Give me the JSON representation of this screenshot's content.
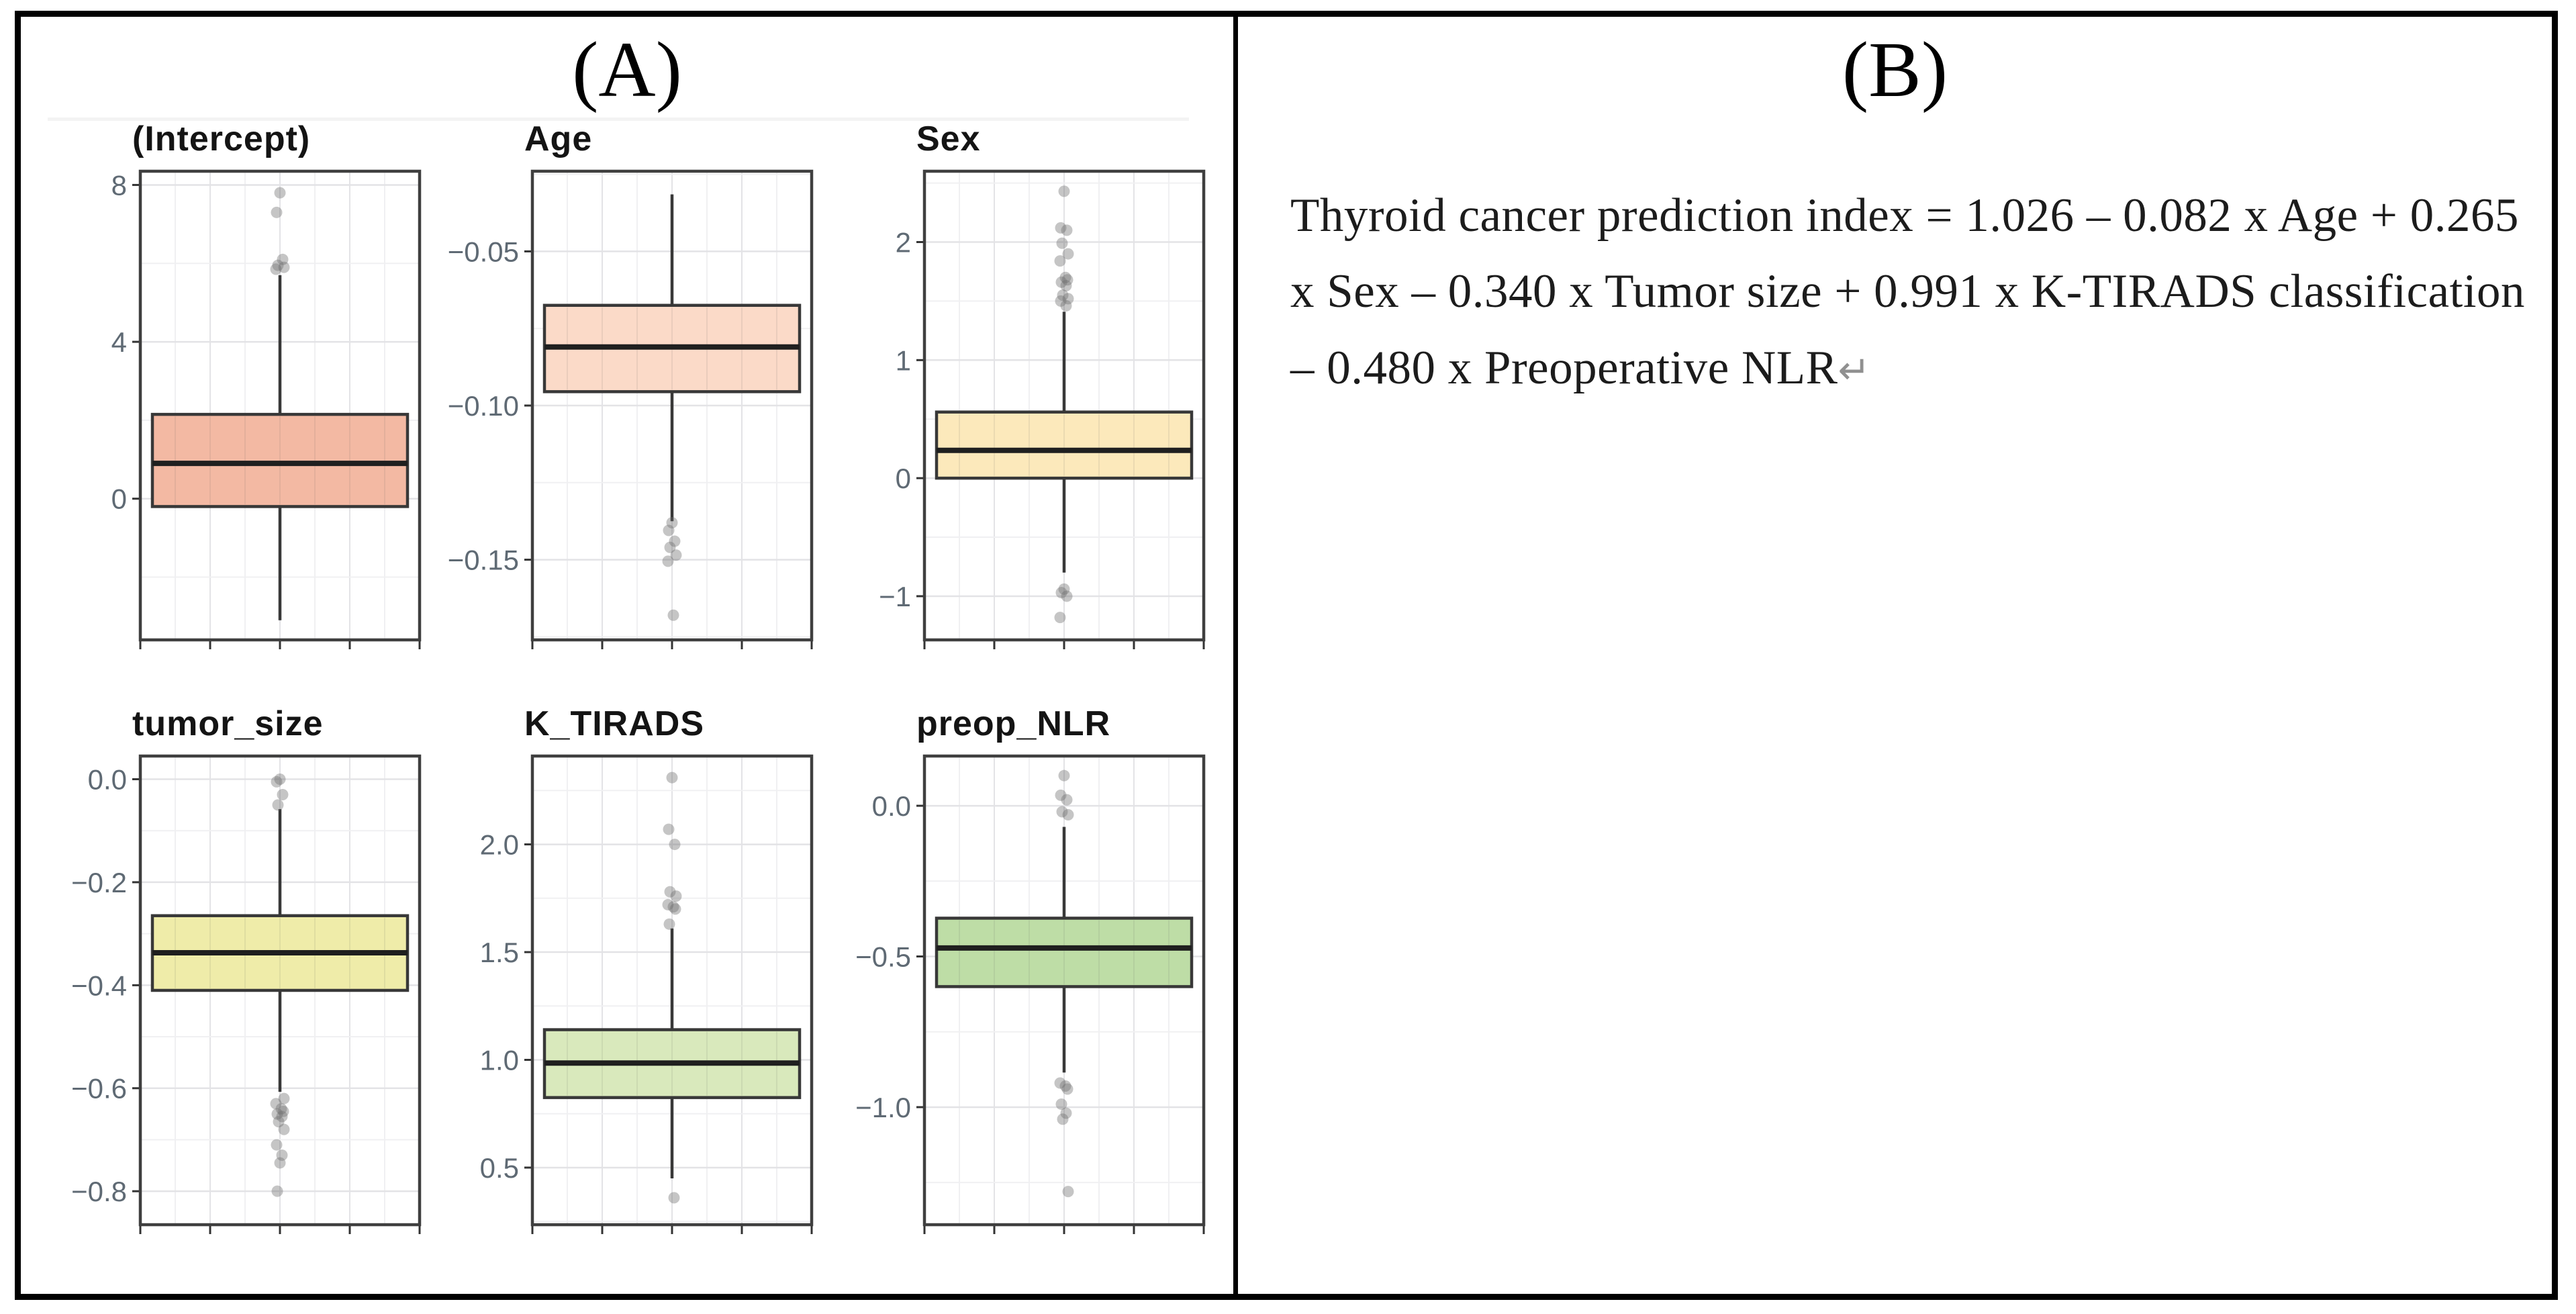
{
  "panel_a": {
    "label": "(A)"
  },
  "panel_b": {
    "label": "(B)",
    "formula_text": "Thyroid cancer prediction index = 1.026 – 0.082 x Age + 0.265 x Sex – 0.340 x Tumor size + 0.991 x K-TIRADS classification – 0.480 x Preoperative NLR",
    "return_mark": "↵"
  },
  "style_colors": {
    "frame": "#000000",
    "panel_border": "#3f3f3f",
    "grid_major": "#e3e3e6",
    "grid_minor": "#f0f0f2",
    "tick_label": "#5f6a74",
    "box_stroke": "#383838",
    "median": "#1f1f1f",
    "outlier": "#6e6e6e"
  },
  "chart_data": [
    {
      "type": "boxplot",
      "title": "(Intercept)",
      "fill": "#f3b9a3",
      "ylim": [
        -3.6,
        8.35
      ],
      "ticks": [
        {
          "value": 0,
          "label": "0"
        },
        {
          "value": 4,
          "label": "4"
        },
        {
          "value": 8,
          "label": "8"
        }
      ],
      "box": {
        "q1": -0.2,
        "median": 0.9,
        "q3": 2.15,
        "whisker_low": -3.1,
        "whisker_high": 5.7
      },
      "outliers": [
        7.8,
        7.3,
        6.1,
        5.95,
        5.9,
        5.85
      ]
    },
    {
      "type": "boxplot",
      "title": "Age",
      "fill": "#fbdac8",
      "ylim": [
        -0.176,
        -0.024
      ],
      "ticks": [
        {
          "value": -0.15,
          "label": "−0.15"
        },
        {
          "value": -0.1,
          "label": "−0.10"
        },
        {
          "value": -0.05,
          "label": "−0.05"
        }
      ],
      "box": {
        "q1": -0.0955,
        "median": -0.081,
        "q3": -0.0675,
        "whisker_low": -0.1375,
        "whisker_high": -0.0315
      },
      "outliers": [
        -0.138,
        -0.1405,
        -0.144,
        -0.146,
        -0.1485,
        -0.1505,
        -0.168
      ]
    },
    {
      "type": "boxplot",
      "title": "Sex",
      "fill": "#fce9bb",
      "ylim": [
        -1.37,
        2.6
      ],
      "ticks": [
        {
          "value": -1,
          "label": "−1"
        },
        {
          "value": 0,
          "label": "0"
        },
        {
          "value": 1,
          "label": "1"
        },
        {
          "value": 2,
          "label": "2"
        }
      ],
      "box": {
        "q1": 0.0,
        "median": 0.235,
        "q3": 0.56,
        "whisker_low": -0.8,
        "whisker_high": 1.41
      },
      "outliers": [
        2.43,
        2.12,
        2.1,
        1.99,
        1.9,
        1.84,
        1.7,
        1.68,
        1.66,
        1.63,
        1.55,
        1.52,
        1.5,
        1.46,
        -0.94,
        -0.97,
        -1.0,
        -1.18
      ]
    },
    {
      "type": "boxplot",
      "title": "tumor_size",
      "fill": "#efeca9",
      "ylim": [
        -0.865,
        0.045
      ],
      "ticks": [
        {
          "value": -0.8,
          "label": "−0.8"
        },
        {
          "value": -0.6,
          "label": "−0.6"
        },
        {
          "value": -0.4,
          "label": "−0.4"
        },
        {
          "value": -0.2,
          "label": "−0.2"
        },
        {
          "value": 0.0,
          "label": "0.0"
        }
      ],
      "box": {
        "q1": -0.41,
        "median": -0.337,
        "q3": -0.265,
        "whisker_low": -0.607,
        "whisker_high": -0.058
      },
      "outliers": [
        0.0,
        -0.005,
        -0.03,
        -0.05,
        -0.62,
        -0.63,
        -0.64,
        -0.645,
        -0.65,
        -0.655,
        -0.665,
        -0.68,
        -0.71,
        -0.73,
        -0.745,
        -0.8
      ]
    },
    {
      "type": "boxplot",
      "title": "K_TIRADS",
      "fill": "#d9e9bc",
      "ylim": [
        0.235,
        2.41
      ],
      "ticks": [
        {
          "value": 0.5,
          "label": "0.5"
        },
        {
          "value": 1.0,
          "label": "1.0"
        },
        {
          "value": 1.5,
          "label": "1.5"
        },
        {
          "value": 2.0,
          "label": "2.0"
        }
      ],
      "box": {
        "q1": 0.825,
        "median": 0.985,
        "q3": 1.14,
        "whisker_low": 0.45,
        "whisker_high": 1.61
      },
      "outliers": [
        2.31,
        2.07,
        2.0,
        1.78,
        1.76,
        1.72,
        1.71,
        1.7,
        1.63,
        0.36
      ]
    },
    {
      "type": "boxplot",
      "title": "preop_NLR",
      "fill": "#bedda6",
      "ylim": [
        -1.39,
        0.165
      ],
      "ticks": [
        {
          "value": -1.0,
          "label": "−1.0"
        },
        {
          "value": -0.5,
          "label": "−0.5"
        },
        {
          "value": 0.0,
          "label": "0.0"
        }
      ],
      "box": {
        "q1": -0.6,
        "median": -0.472,
        "q3": -0.373,
        "whisker_low": -0.885,
        "whisker_high": -0.07
      },
      "outliers": [
        0.1,
        0.035,
        0.02,
        -0.02,
        -0.03,
        -0.92,
        -0.93,
        -0.94,
        -0.99,
        -1.02,
        -1.04,
        -1.28
      ]
    }
  ]
}
